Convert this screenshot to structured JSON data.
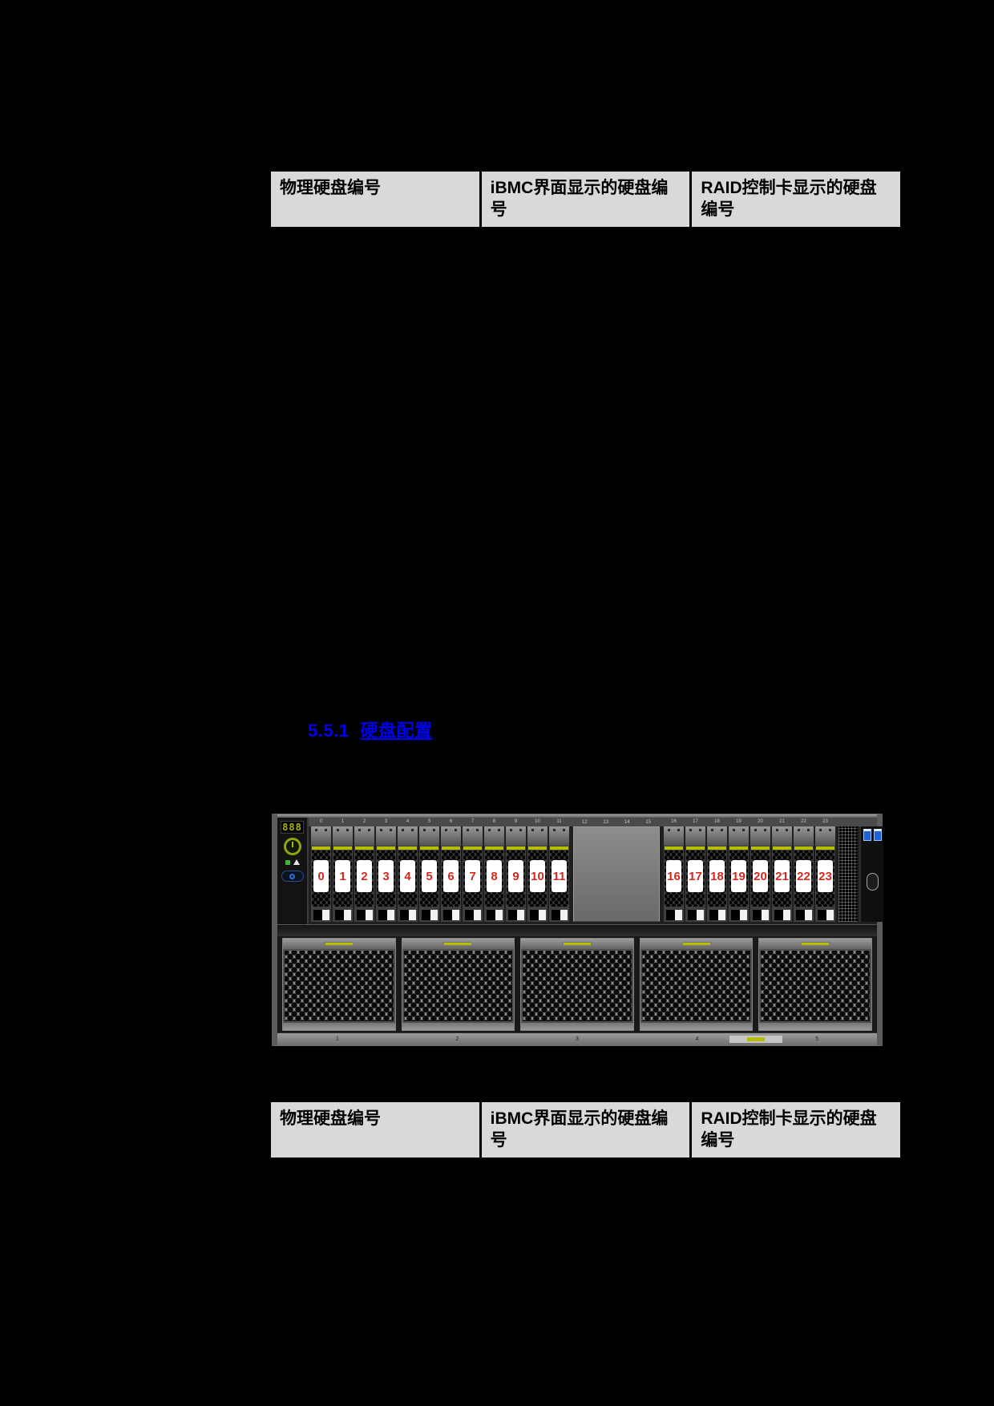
{
  "tables": {
    "top": {
      "headers": [
        "物理硬盘编号",
        "iBMC界面显示的硬盘编号",
        "RAID控制卡显示的硬盘编号"
      ]
    },
    "bottom": {
      "headers": [
        "物理硬盘编号",
        "iBMC界面显示的硬盘编号",
        "RAID控制卡显示的硬盘编号"
      ]
    }
  },
  "heading": {
    "number": "5.5.1",
    "link": "硬盘配置"
  },
  "server": {
    "segment_display": "888",
    "slot_numbers_left": [
      "0",
      "1",
      "2",
      "3",
      "4",
      "5",
      "6",
      "7",
      "8",
      "9",
      "10",
      "11"
    ],
    "filler_slot_numbers": [
      "12",
      "13",
      "14",
      "15"
    ],
    "slot_numbers_right": [
      "16",
      "17",
      "18",
      "19",
      "20",
      "21",
      "22",
      "23"
    ],
    "bay_labels_left": [
      "0",
      "1",
      "2",
      "3",
      "4",
      "5",
      "6",
      "7",
      "8",
      "9",
      "10",
      "11"
    ],
    "bay_labels_right": [
      "16",
      "17",
      "18",
      "19",
      "20",
      "21",
      "22",
      "23"
    ],
    "fan_labels": [
      "1",
      "2",
      "3",
      "4",
      "5"
    ]
  },
  "colors": {
    "table_header_bg": "#d9d9d9",
    "heading_blue": "#0000ee",
    "bay_number_red": "#d3281e",
    "latch_yellow_green": "#b5be00",
    "segment_display_green": "#aab400",
    "usb_blue": "#1c64cf"
  }
}
